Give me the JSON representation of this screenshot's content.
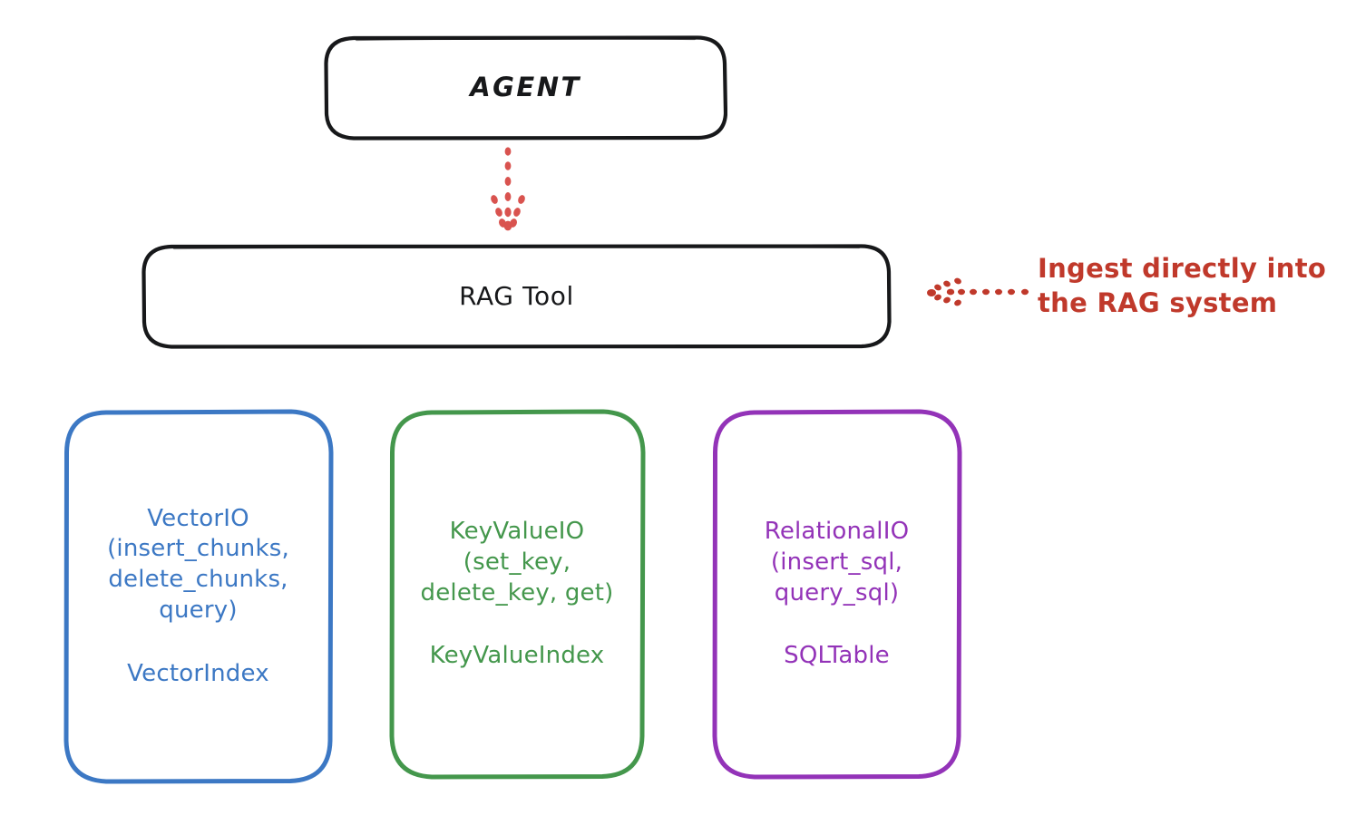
{
  "diagram": {
    "type": "flowchart",
    "style": "hand-drawn",
    "background_color": "#ffffff",
    "nodes": [
      {
        "id": "agent",
        "label": "AGENT",
        "color": "#17181a",
        "shape": "rounded-rectangle"
      },
      {
        "id": "rag-tool",
        "label": "RAG Tool",
        "color": "#17181a",
        "shape": "rounded-rectangle"
      },
      {
        "id": "vector-io",
        "title": "VectorIO\n(insert_chunks,\ndelete_chunks,\nquery)",
        "subtitle": "VectorIndex",
        "color": "#3c78c4",
        "shape": "rounded-rectangle"
      },
      {
        "id": "key-value-io",
        "title": "KeyValueIO\n(set_key,\ndelete_key, get)",
        "subtitle": "KeyValueIndex",
        "color": "#44974c",
        "shape": "rounded-rectangle"
      },
      {
        "id": "relational-io",
        "title": "RelationalIO\n(insert_sql,\nquery_sql)",
        "subtitle": "SQLTable",
        "color": "#9333b8",
        "shape": "rounded-rectangle"
      }
    ],
    "edges": [
      {
        "id": "agent-to-rag-tool",
        "from": "agent",
        "to": "rag-tool",
        "style": "dotted",
        "color": "#d9534f",
        "direction": "down",
        "label": ""
      },
      {
        "id": "ingest-edge",
        "from": "ingest-annotation",
        "to": "rag-tool",
        "style": "dotted",
        "color": "#c0392b",
        "direction": "left",
        "label": "Ingest directly into\nthe RAG system"
      }
    ],
    "annotations": [
      {
        "id": "ingest-annotation",
        "text": "Ingest directly into\nthe RAG system",
        "color": "#c0392b"
      }
    ]
  }
}
